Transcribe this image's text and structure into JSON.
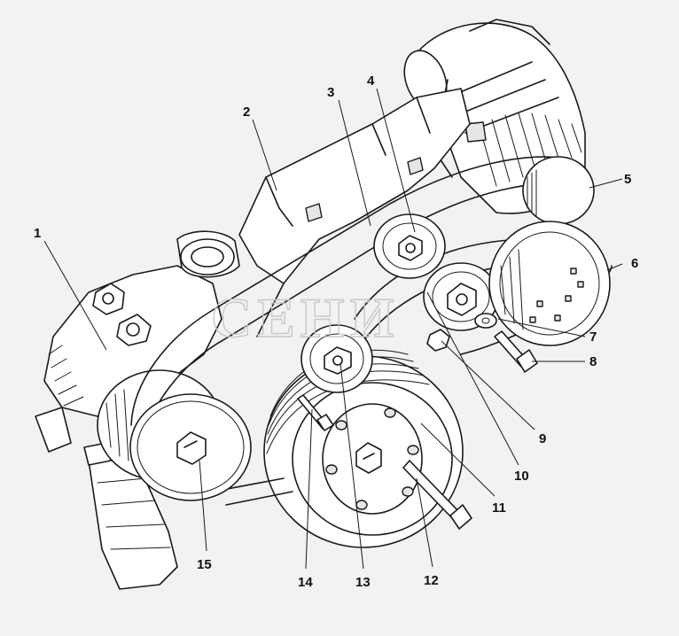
{
  "watermark": "СЕНИ",
  "callouts": [
    {
      "id": "1",
      "label": "1"
    },
    {
      "id": "2",
      "label": "2"
    },
    {
      "id": "3",
      "label": "3"
    },
    {
      "id": "4",
      "label": "4"
    },
    {
      "id": "5",
      "label": "5"
    },
    {
      "id": "6",
      "label": "6"
    },
    {
      "id": "7",
      "label": "7"
    },
    {
      "id": "8",
      "label": "8"
    },
    {
      "id": "9",
      "label": "9"
    },
    {
      "id": "10",
      "label": "10"
    },
    {
      "id": "11",
      "label": "11"
    },
    {
      "id": "12",
      "label": "12"
    },
    {
      "id": "13",
      "label": "13"
    },
    {
      "id": "14",
      "label": "14"
    },
    {
      "id": "15",
      "label": "15"
    }
  ],
  "colors": {
    "background": "#f2f2f2",
    "line": "#1a1a1a",
    "watermark": "#c8c8c8"
  }
}
